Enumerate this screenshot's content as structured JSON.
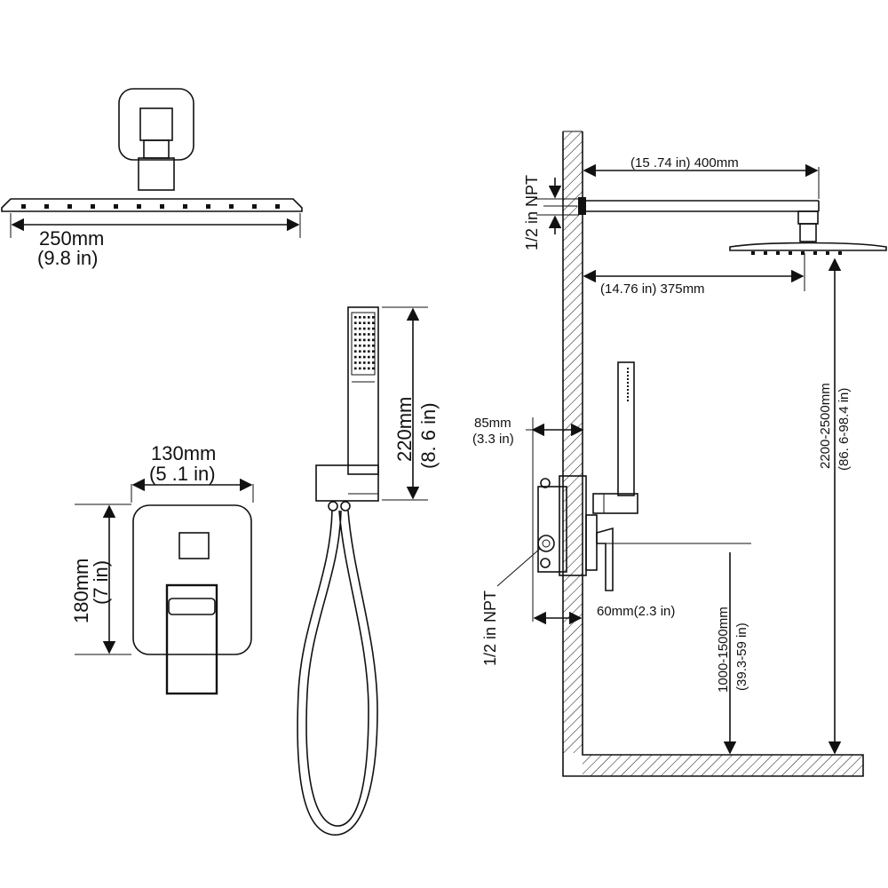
{
  "shower_head": {
    "width_mm": "250mm",
    "width_in": "(9.8  in)"
  },
  "hand_shower": {
    "height_mm": "220mm",
    "height_in": "(8. 6  in)"
  },
  "valve_trim": {
    "width_mm": "130mm",
    "width_in": "(5 .1 in)",
    "height_mm": "180mm",
    "height_in": "(7  in)"
  },
  "install": {
    "arm_length": "(15 .74 in) 400mm",
    "npt_top": "1/2  in NPT",
    "head_offset": "(14.76 in)  375mm",
    "depth_mm": "85mm",
    "depth_in": "(3.3 in)",
    "npt_bottom": "1/2 in NPT",
    "valve_depth": "60mm(2.3 in)",
    "valve_height_mm": "1000-1500mm",
    "valve_height_in": "(39.3-59  in)",
    "head_height_mm": "2200-2500mm",
    "head_height_in": "(86. 6-98.4  in)"
  }
}
